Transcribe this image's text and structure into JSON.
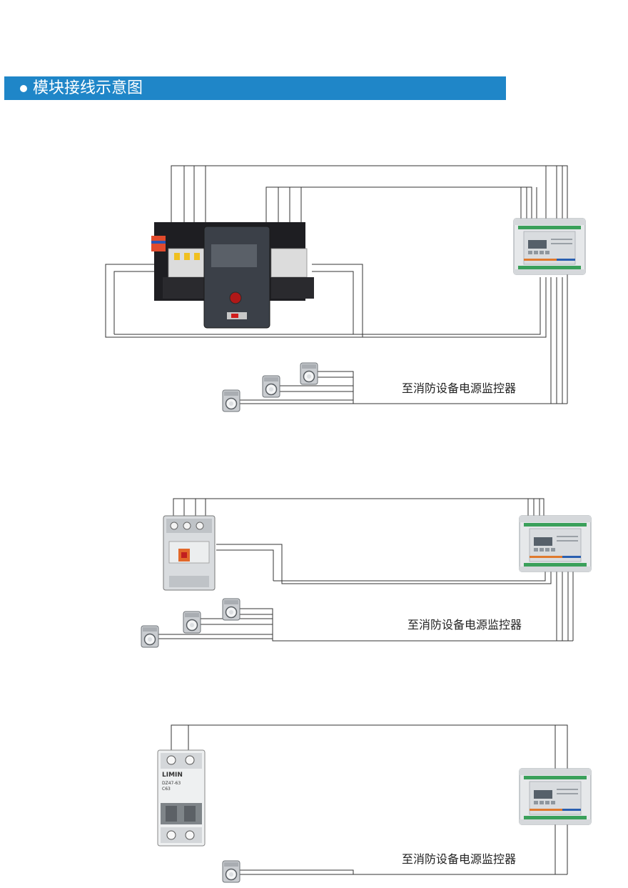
{
  "header": {
    "title": "模块接线示意图"
  },
  "sections": [
    {
      "caption": "至消防设备电源监控器"
    },
    {
      "caption": "至消防设备电源监控器"
    },
    {
      "caption": "至消防设备电源监控器"
    }
  ],
  "breaker": {
    "brand": "LIMIN",
    "model": "DZ47-63",
    "rating": "C63"
  },
  "colors": {
    "banner": "#1f86c8",
    "wire": "#333333",
    "module_body": "#e6e8ea",
    "module_terminal": "#3aa05a",
    "module_accent": "#2a5fb0",
    "ats_body": "#1e1e22",
    "mccb_orange": "#e2682a"
  }
}
